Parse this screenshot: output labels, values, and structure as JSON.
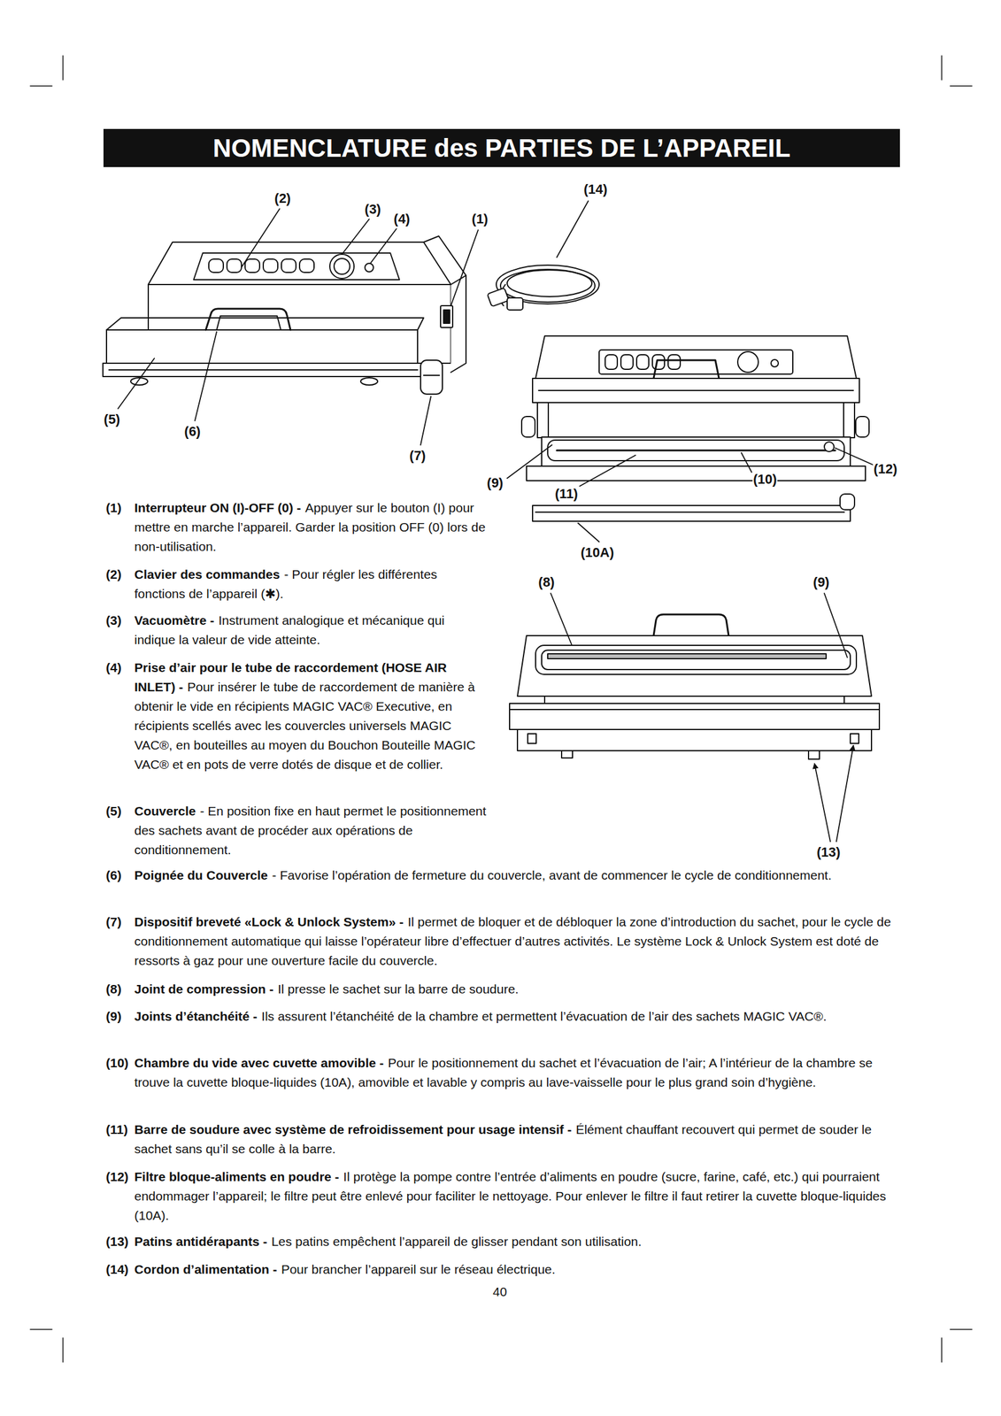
{
  "diagram": {
    "title": "NOMENCLATURE des PARTIES DE L’APPAREIL",
    "labels": [
      "(14)",
      "(2)",
      "(3)",
      "(4)",
      "(1)",
      "(5)",
      "(6)",
      "(7)",
      "(9)",
      "(11)",
      "(10)",
      "(12)",
      "(10A)",
      "(8)",
      "(9)",
      "(13)",
      "(1)",
      "Interrupteur ON (I)-OFF (0) -",
      "Appuyer sur le bouton (I) pour mettre en marche l’appareil. Garder la position OFF (0) lors de non-utilisation.",
      "(2)",
      "Clavier des commandes",
      "- Pour régler les différentes fonctions de l’appareil (✱).",
      "(3)",
      "Vacuomètre -",
      "Instrument analogique et mécanique qui indique la valeur de vide atteinte.",
      "(4)",
      "Prise d’air pour le tube de raccordement (HOSE AIR INLET) -",
      "Pour insérer le tube de raccordement de manière à obtenir le vide en récipients MAGIC VAC® Executive, en récipients scellés avec les couvercles universels MAGIC VAC®, en bouteilles au moyen du Bouchon Bouteille MAGIC VAC® et en pots de verre dotés de disque et de collier.",
      "(5)",
      "Couvercle",
      "- En position fixe en haut permet le positionnement des sachets avant de procéder aux opérations de conditionnement.",
      "(6)",
      "Poignée du Couvercle",
      "- Favorise l’opération de fermeture du couvercle, avant de commencer le cycle de conditionnement.",
      "(7)",
      "Dispositif breveté «Lock & Unlock System» -",
      "Il permet de bloquer et de débloquer la zone d’introduction du sachet, pour le cycle de conditionnement automatique qui laisse l’opérateur libre d’effectuer d’autres activités. Le système Lock & Unlock System est doté de ressorts à gaz pour une ouverture facile du couvercle.",
      "(8)",
      "Joint de compression -",
      "Il presse le sachet sur la barre de soudure.",
      "(9)",
      "Joints d’étanchéité -",
      "Ils assurent l’étanchéité de la chambre et permettent l’évacuation de l’air des sachets MAGIC VAC®.",
      "(10)",
      "Chambre du vide avec cuvette amovible -",
      "Pour le positionnement du sachet et l’évacuation de l’air; A l’intérieur de la chambre se trouve la cuvette bloque-liquides (10A), amovible et lavable y compris au lave-vaisselle pour le plus grand soin d’hygiène.",
      "(11)",
      "Barre de soudure avec système de refroidissement pour usage intensif -",
      "Élément chauffant recouvert qui permet de souder le sachet sans qu’il se colle à la barre.",
      "(12)",
      "Filtre bloque-aliments en poudre -",
      "Il protège la pompe contre l’entrée d’aliments en poudre (sucre, farine, café, etc.) qui pourraient endommager l’appareil; le filtre peut être enlevé pour faciliter le nettoyage. Pour enlever le filtre il faut retirer la cuvette bloque-liquides (10A).",
      "(13)",
      "Patins antidérapants -",
      "Les patins empêchent l’appareil de glisser pendant son utilisation.",
      "(14)",
      "Cordon d’alimentation -",
      "Pour brancher l’appareil sur le réseau électrique.",
      "40"
    ]
  }
}
